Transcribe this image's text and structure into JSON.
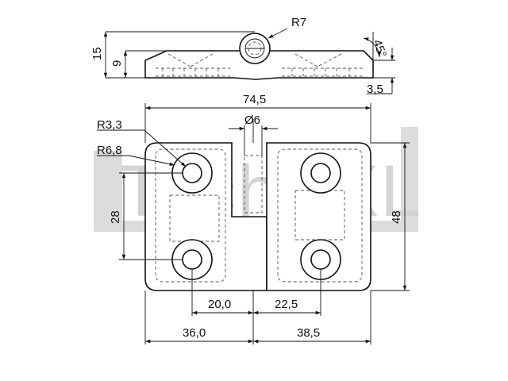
{
  "watermark": {
    "text": "TechXXL"
  },
  "top_view": {
    "radius_label": "R7",
    "height_total_label": "15",
    "height_leaf_label": "9",
    "chamfer_label": "45°",
    "thickness_label": "3,5"
  },
  "front_view": {
    "width_label": "74,5",
    "pin_dia_label": "Ø6",
    "hole_radius_label": "R3,3",
    "boss_radius_label": "R6,8",
    "hole_spacing_vertical_label": "28",
    "height_label": "48",
    "left_hole_offset_label": "20,0",
    "right_hole_offset_label": "22,5",
    "left_leaf_width_label": "36,0",
    "right_leaf_width_label": "38,5"
  }
}
